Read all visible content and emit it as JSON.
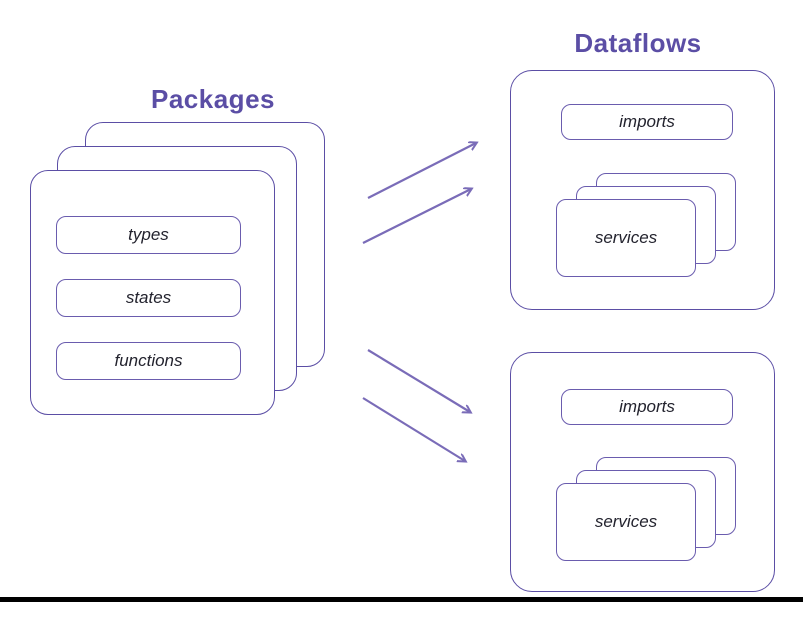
{
  "colors": {
    "accent_purple": "#5b4ea5",
    "arrow_purple": "#7a6cb8",
    "label_text": "#23232e",
    "background": "#ffffff",
    "bottom_rule": "#000000"
  },
  "packages": {
    "title": "Packages",
    "items": [
      {
        "label": "types"
      },
      {
        "label": "states"
      },
      {
        "label": "functions"
      }
    ]
  },
  "dataflows": {
    "title": "Dataflows",
    "groups": [
      {
        "imports_label": "imports",
        "services_label": "services"
      },
      {
        "imports_label": "imports",
        "services_label": "services"
      }
    ]
  }
}
